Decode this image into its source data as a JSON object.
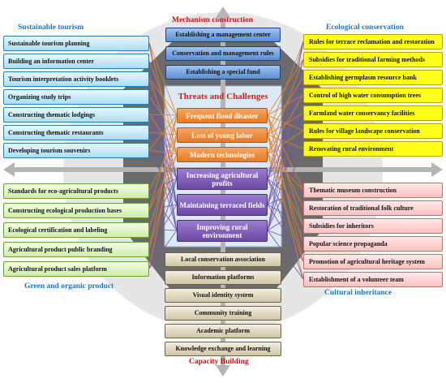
{
  "titles": {
    "mechanism": "Mechanism construction",
    "tourism": "Sustainable tourism",
    "ecological": "Ecological conservation",
    "green": "Green and organic product",
    "cultural": "Cultural inheritance",
    "capacity": "Capacity Building",
    "threats": "Threats and Challenges"
  },
  "mechanism": [
    "Establishing a management center",
    "Conservation and management rules",
    "Establishing a special fund"
  ],
  "tourism": [
    "Sustainable tourism planning",
    "Building an information center",
    "Tourism interpretation activity booklets",
    "Organizing study trips",
    "Constructing thematic  lodgings",
    "Constructing thematic restaurants",
    "Developing tourism souvenirs"
  ],
  "ecological": [
    "Rules for terrace reclamation and restoration",
    "Subsidies for traditional farming methods",
    "Establishing  germplasm resource bank",
    "Control of high water consumption trees",
    "Farmland water conservancy facilities",
    "Rules for village landscape conservation",
    "Renovating rural environment"
  ],
  "green": [
    "Standards for eco-agricultural products",
    "Constructing ecological production bases",
    "Ecological certification and labeling",
    "Agricultural product public branding",
    "Agricultural product sales platform"
  ],
  "cultural": [
    "Thematic museum construction",
    "Restoration of traditional folk culture",
    "Subsidies for inheritors",
    "Popular science propaganda",
    "Promotion of agricultural heritage system",
    "Establishment of a volunteer team"
  ],
  "threats": [
    "Frequent flood disaster",
    "Loss of young labor",
    "Modern technologies",
    "Increasing agricultural profits",
    "Maintaining terraced fields",
    "Improving rural environment"
  ],
  "capacity": [
    "Local conservation association",
    "Information platforms",
    "Visual identity system",
    "Community training",
    "Academic  platform",
    "Knowledge exchange and learning"
  ],
  "colors": {
    "tourism_fill": "#bfe7f7",
    "ecological_fill": "#ffff00",
    "green_fill": "#dff5c4",
    "cultural_fill": "#ffd0d0",
    "mechanism_fill": "#7fa9e3",
    "capacity_fill": "#e4ddc6",
    "threat_orange": "#f0903a",
    "threat_purple": "#7a5cb5",
    "title_blue": "#1a76c2",
    "title_red": "#cc1010"
  }
}
